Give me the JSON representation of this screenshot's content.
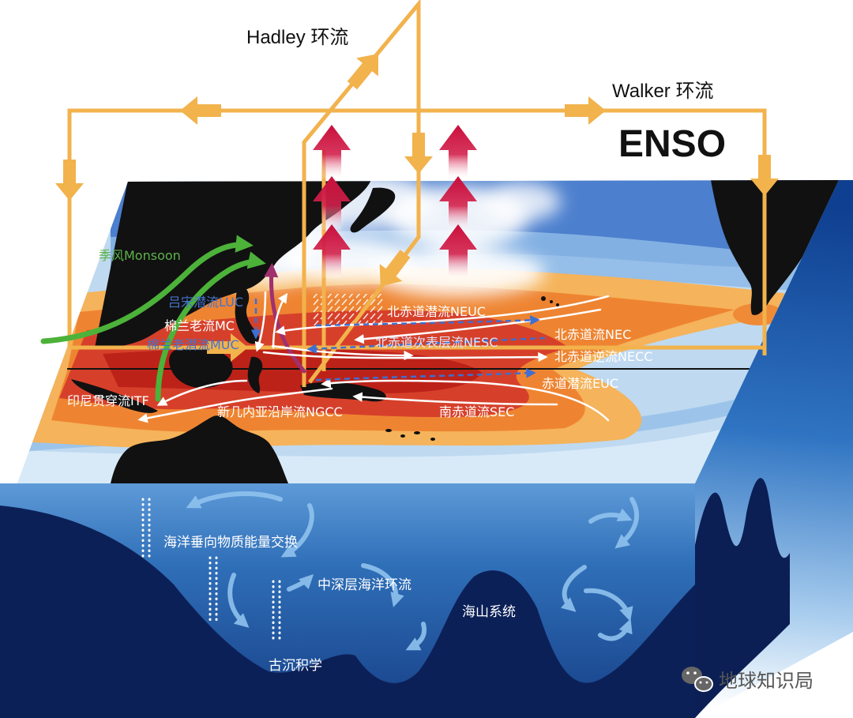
{
  "circulation": {
    "hadley": "Hadley 环流",
    "walker": "Walker 环流",
    "enso": "ENSO"
  },
  "atmosphere": {
    "monsoon": "季风Monsoon"
  },
  "currents": {
    "luc": "吕宋潜流LUC",
    "mc": "棉兰老流MC",
    "muc": "棉兰老潜流MUC",
    "neuc": "北赤道潜流NEUC",
    "nec": "北赤道流NEC",
    "nesc": "北赤道次表层流NESC",
    "necc": "北赤道逆流NECC",
    "euc": "赤道潜流EUC",
    "itf": "印尼贯穿流ITF",
    "ngcc": "新几内亚沿岸流NGCC",
    "sec": "南赤道流SEC"
  },
  "deep_ocean": {
    "vertical_exchange": "海洋垂向物质能量交换",
    "mid_deep_circulation": "中深层海洋环流",
    "seamount": "海山系统",
    "paleo": "古沉积学"
  },
  "watermark": {
    "icon": "wechat-icon",
    "text": "地球知识局"
  },
  "colors": {
    "circulation_cell": "#f2b24c",
    "convection_arrow": "#c8103e",
    "monsoon": "#4cb23a",
    "monsoon_branch": "#a0306e",
    "surface_current": "#ffffff",
    "subsurface_current": "#3e6fd1",
    "deep_arrow": "#8fc2ee",
    "land": "#111111"
  }
}
